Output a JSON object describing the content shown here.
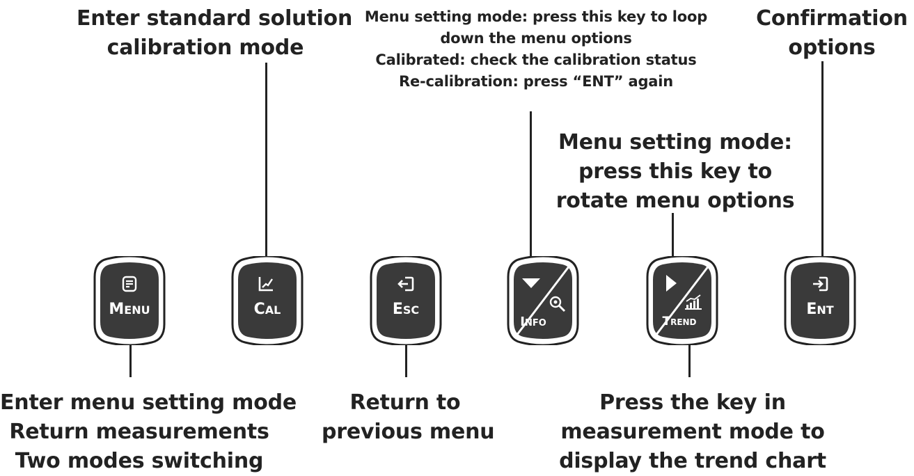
{
  "colors": {
    "ink": "#222222",
    "key_face": "#3a3a3a",
    "key_text": "#ffffff"
  },
  "keys": [
    {
      "id": "menu",
      "label_first": "M",
      "label_rest": "ENU",
      "icon": "menu-doc-icon"
    },
    {
      "id": "cal",
      "label_first": "C",
      "label_rest": "AL",
      "icon": "calibration-graph-icon"
    },
    {
      "id": "esc",
      "label_first": "E",
      "label_rest": "SC",
      "icon": "exit-arrow-icon"
    },
    {
      "id": "info",
      "label_first": "I",
      "label_rest": "NFO",
      "icon": "down-triangle-icon"
    },
    {
      "id": "trend",
      "label_first": "T",
      "label_rest": "REND",
      "icon": "right-triangle-icon"
    },
    {
      "id": "ent",
      "label_first": "E",
      "label_rest": "NT",
      "icon": "enter-arrow-icon"
    }
  ],
  "labels": {
    "cal_top": [
      "Enter standard solution",
      "calibration mode"
    ],
    "info_top": [
      "Menu setting mode: press this key to loop",
      "down the menu options",
      "Calibrated: check the calibration status",
      "Re-calibration: press “ENT” again"
    ],
    "ent_top": [
      "Confirmation",
      "options"
    ],
    "trend_top": [
      "Menu setting mode:",
      "press this key to",
      "rotate menu options"
    ],
    "menu_bottom": [
      "Enter menu setting mode",
      "Return measurements",
      "Two modes switching"
    ],
    "esc_bottom": [
      "Return to",
      "previous menu"
    ],
    "trend_bottom": [
      "Press the key in",
      "measurement mode to",
      "display the trend chart"
    ]
  }
}
